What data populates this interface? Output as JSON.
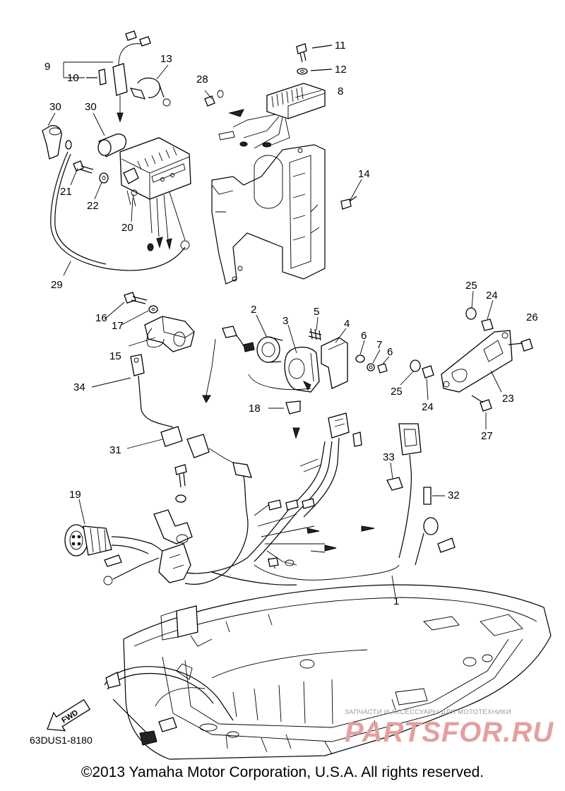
{
  "diagram_code": "63DUS1-8180",
  "fwd_label": "FWD",
  "copyright": "©2013 Yamaha Motor Corporation, U.S.A. All rights reserved.",
  "watermark": {
    "tagline": "ЗАПЧАСТИ И АКСЕССУАРЫ ДЛЯ МОТОТЕХНИКИ",
    "logo_text": "PARTSFOR.RU"
  },
  "callouts": [
    "1",
    "2",
    "3",
    "4",
    "5",
    "6",
    "6",
    "7",
    "8",
    "9",
    "10",
    "11",
    "12",
    "13",
    "14",
    "15",
    "16",
    "17",
    "18",
    "19",
    "20",
    "21",
    "22",
    "23",
    "24",
    "24",
    "25",
    "25",
    "26",
    "27",
    "28",
    "29",
    "30",
    "30",
    "31",
    "32",
    "33",
    "34"
  ]
}
